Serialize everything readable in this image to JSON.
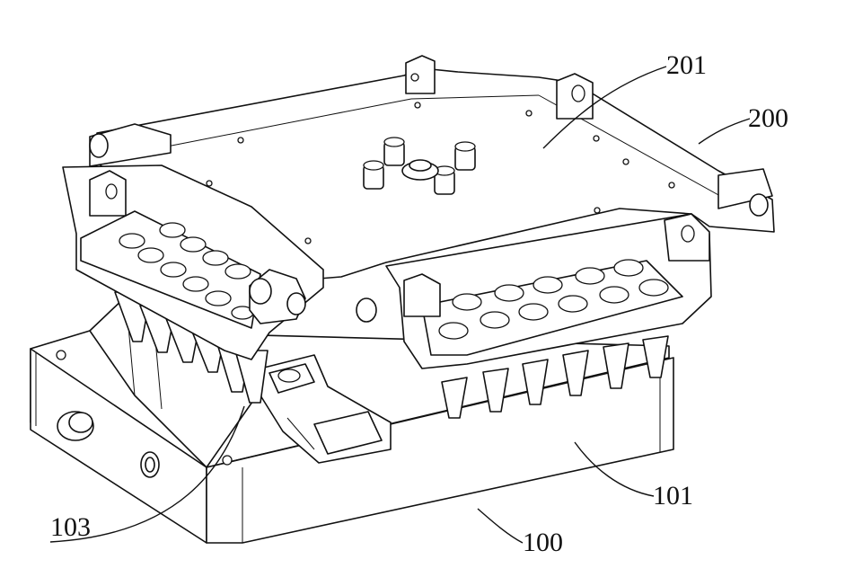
{
  "reference_numerals": {
    "label_201": "201",
    "label_200": "200",
    "label_101": "101",
    "label_100": "100",
    "label_103": "103"
  },
  "colors": {
    "line": "#111111",
    "background": "#ffffff"
  }
}
